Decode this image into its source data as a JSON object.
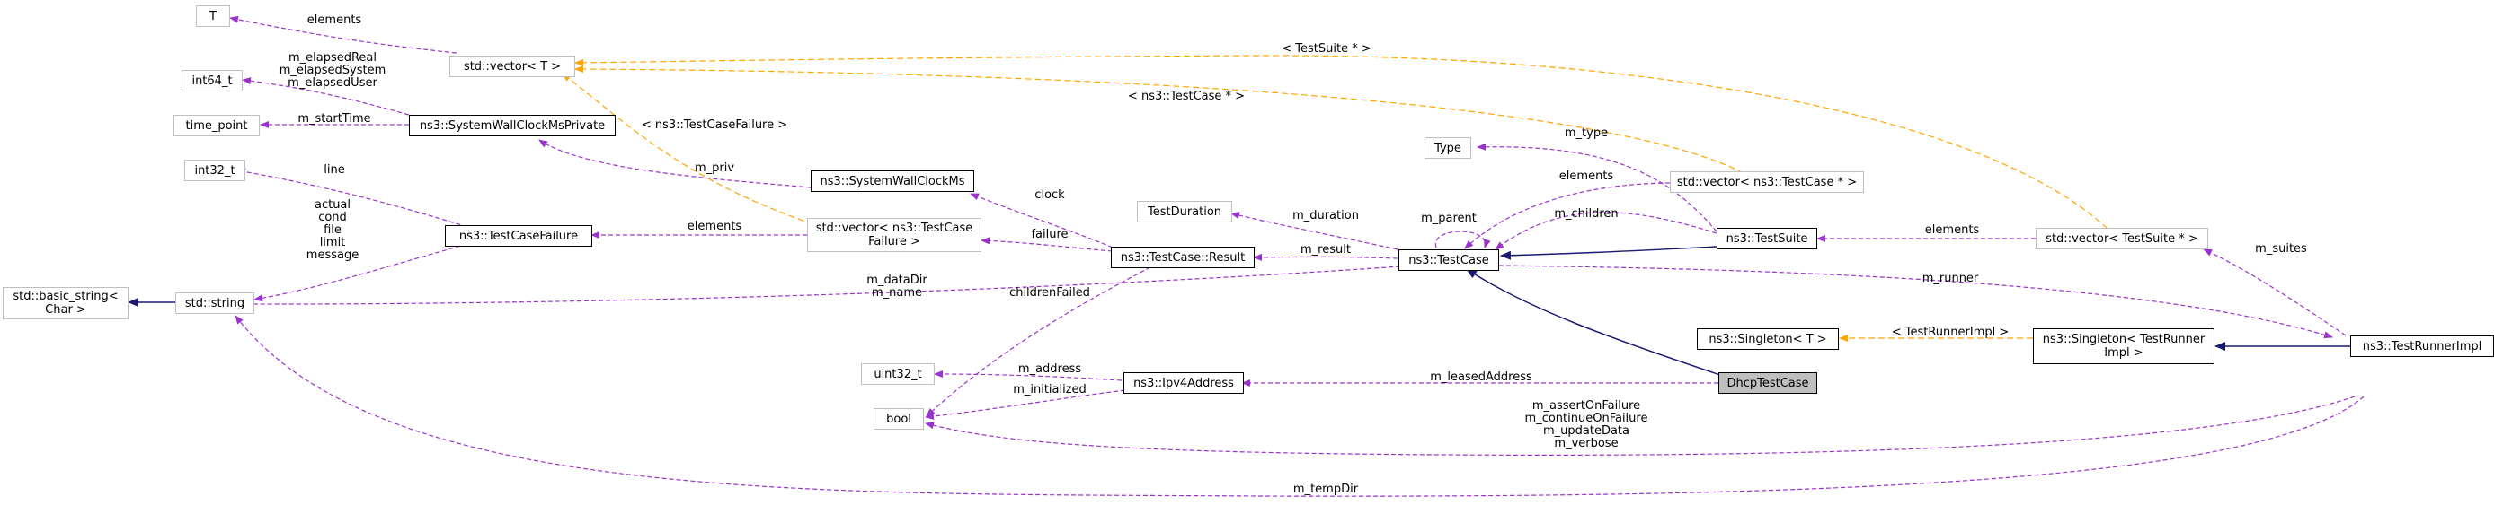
{
  "nodes": {
    "T": "T",
    "vector_T": "std::vector< T >",
    "int64_t": "int64_t",
    "time_point": "time_point",
    "sysclock_private": "ns3::SystemWallClockMsPrivate",
    "int32_t": "int32_t",
    "basic_string": [
      "std::basic_string<",
      "Char >"
    ],
    "string": "std::string",
    "testcase_failure": "ns3::TestCaseFailure",
    "sysclock": "ns3::SystemWallClockMs",
    "vector_failure": [
      "std::vector< ns3::TestCase",
      "Failure >"
    ],
    "test_duration": "TestDuration",
    "result": "ns3::TestCase::Result",
    "type": "Type",
    "testcase": "ns3::TestCase",
    "vector_testcase": "std::vector< ns3::TestCase * >",
    "testsuite": "ns3::TestSuite",
    "vector_testsuite": "std::vector< TestSuite * >",
    "uint32_t": "uint32_t",
    "ipv4": "ns3::Ipv4Address",
    "bool": "bool",
    "dhcp": "DhcpTestCase",
    "singleton_T": "ns3::Singleton< T >",
    "singleton_runner": [
      "ns3::Singleton< TestRunner",
      "Impl >"
    ],
    "runner": "ns3::TestRunnerImpl"
  },
  "edge_labels": {
    "elements_T": "elements",
    "elapsed": [
      "m_elapsedReal",
      "m_elapsedSystem",
      "m_elapsedUser"
    ],
    "start_time": "m_startTime",
    "line": "line",
    "failure_fields": [
      "actual",
      "cond",
      "file",
      "limit",
      "message"
    ],
    "elements_failure": "elements",
    "m_priv": "m_priv",
    "tmpl_failure": "< ns3::TestCaseFailure >",
    "tmpl_testcase": "< ns3::TestCase * >",
    "tmpl_testsuite": "< TestSuite * >",
    "clock": "clock",
    "failure": "failure",
    "m_duration": "m_duration",
    "m_result": "m_result",
    "m_type": "m_type",
    "elements_testcase": "elements",
    "m_parent": "m_parent",
    "m_children": "m_children",
    "elements_suites": "elements",
    "m_suites": "m_suites",
    "data_dir": [
      "m_dataDir",
      "m_name"
    ],
    "children_failed": "childrenFailed",
    "m_runner": "m_runner",
    "m_address": "m_address",
    "m_initialized": "m_initialized",
    "m_leasedAddress": "m_leasedAddress",
    "tmpl_runner": "< TestRunnerImpl >",
    "runner_flags": [
      "m_assertOnFailure",
      "m_continueOnFailure",
      "m_updateData",
      "m_verbose"
    ],
    "m_tempDir": "m_tempDir"
  },
  "colors": {
    "usage_edge": "#9a32cd",
    "template_edge": "#ffa500",
    "inherit_edge": "#191970",
    "external_border": "#bfbfbf",
    "focus_fill": "#bfbfbf"
  }
}
